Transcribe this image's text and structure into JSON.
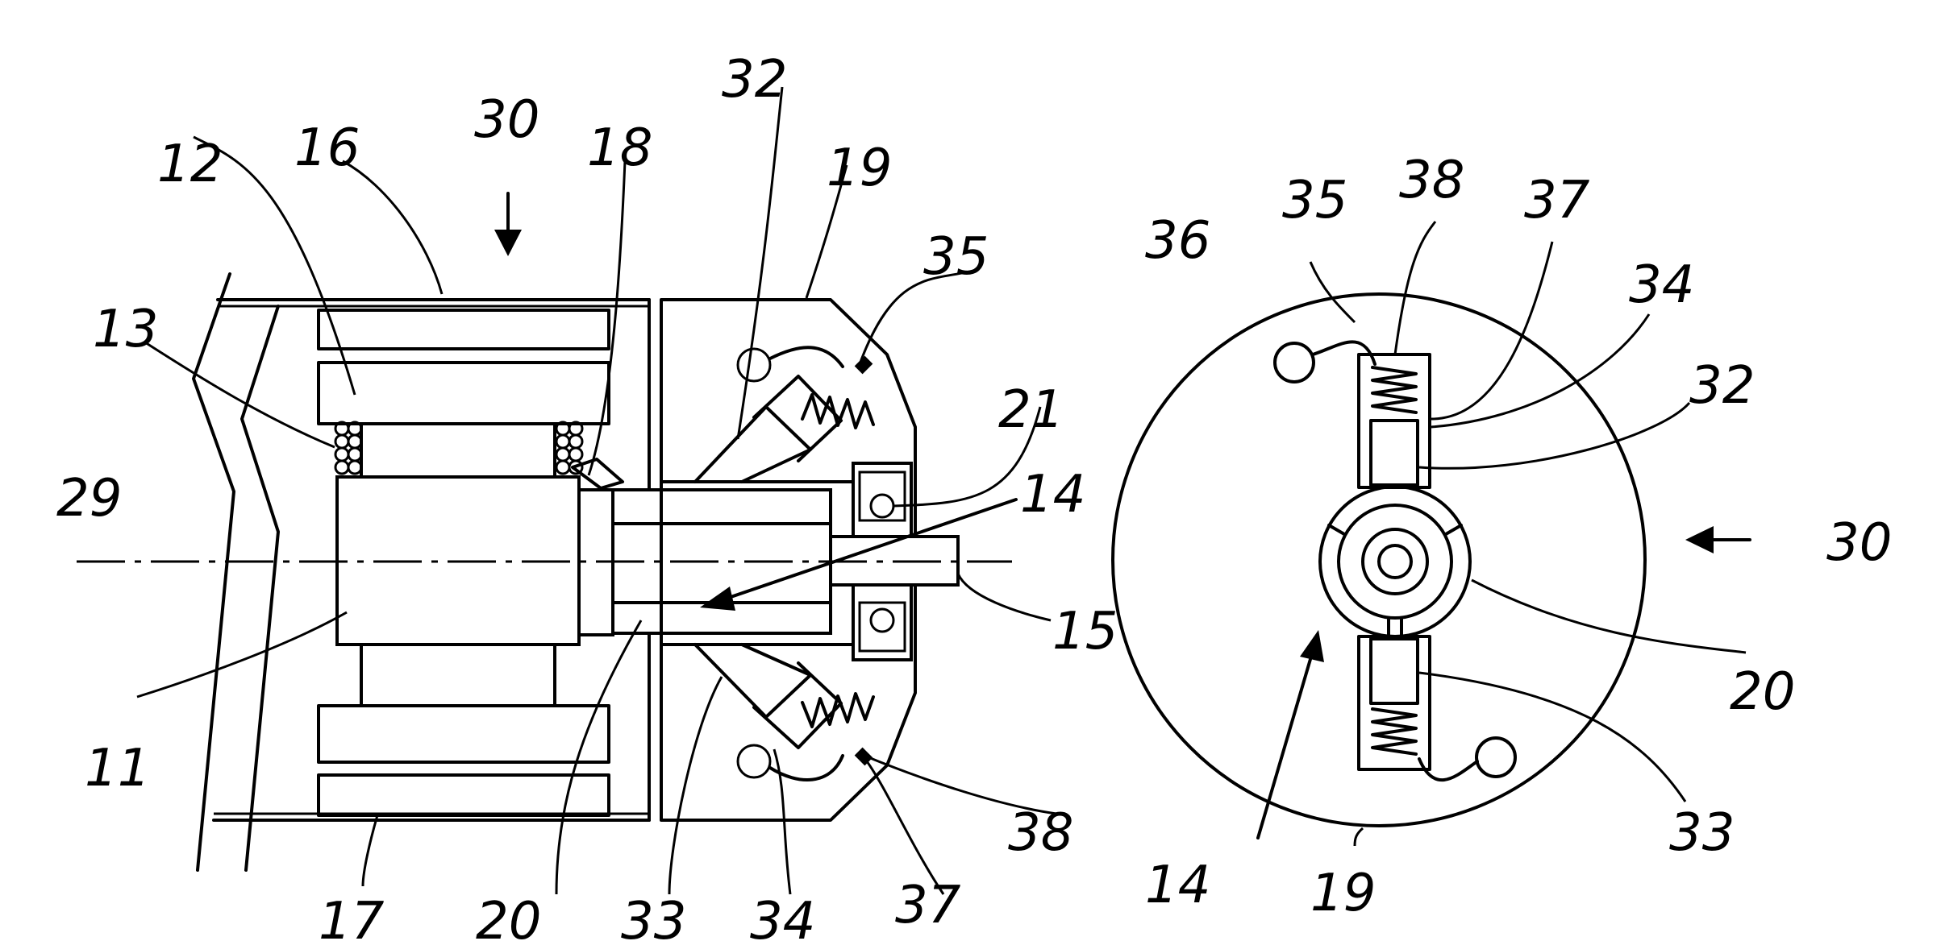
{
  "labels": {
    "l30a": "30",
    "l12": "12",
    "l16": "16",
    "l18": "18",
    "l32a": "32",
    "l19a": "19",
    "l35a": "35",
    "l13": "13",
    "l21": "21",
    "l29": "29",
    "l14a": "14",
    "l15": "15",
    "l11": "11",
    "l20a": "20",
    "l17": "17",
    "l33a": "33",
    "l34a": "34",
    "l37a": "37",
    "l38a": "38",
    "l36": "36",
    "l35b": "35",
    "l38b": "38",
    "l37b": "37",
    "l34b": "34",
    "l32b": "32",
    "l30b": "30",
    "l20b": "20",
    "l33b": "33",
    "l14b": "14",
    "l19b": "19"
  }
}
